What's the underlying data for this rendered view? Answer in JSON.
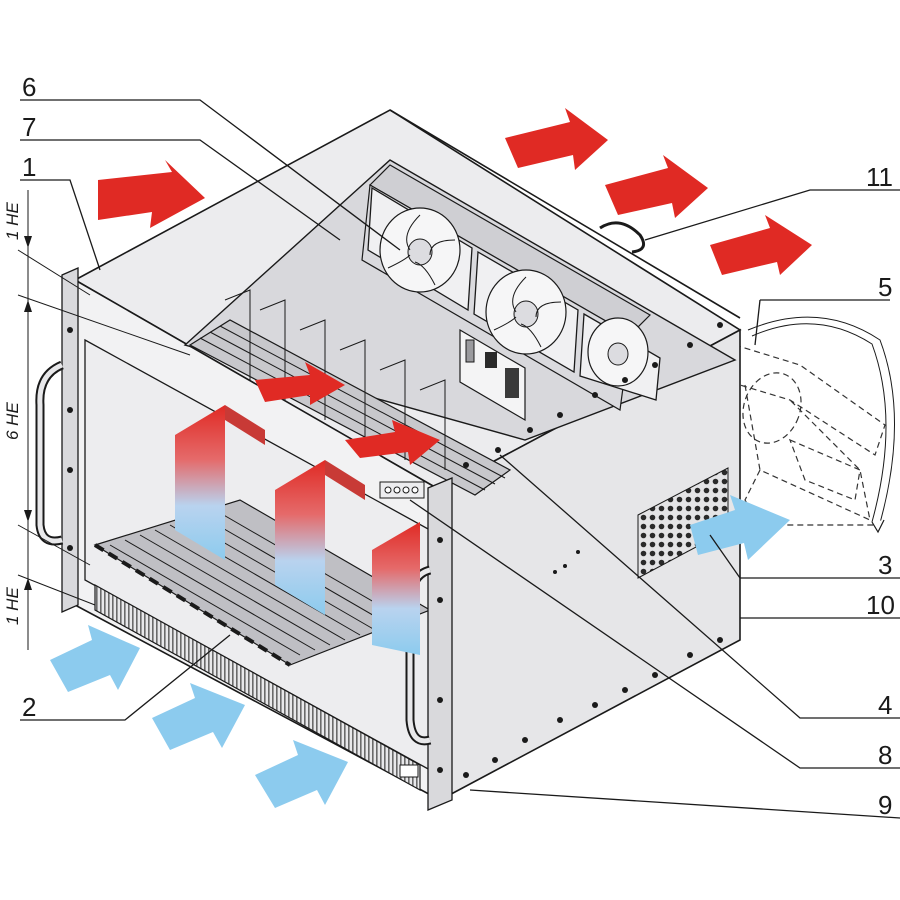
{
  "callouts": {
    "c1": "1",
    "c2": "2",
    "c3": "3",
    "c4": "4",
    "c5": "5",
    "c6": "6",
    "c7": "7",
    "c8": "8",
    "c9": "9",
    "c10": "10",
    "c11": "11"
  },
  "dimensions": {
    "top": "1 HE",
    "middle": "6 HE",
    "bottom": "1 HE"
  },
  "colors": {
    "hot_air": "#e02a24",
    "cool_air": "#8ccbee",
    "panel": "#ececee",
    "panel_dark": "#d4d4d8",
    "outline": "#1a1a1a"
  }
}
